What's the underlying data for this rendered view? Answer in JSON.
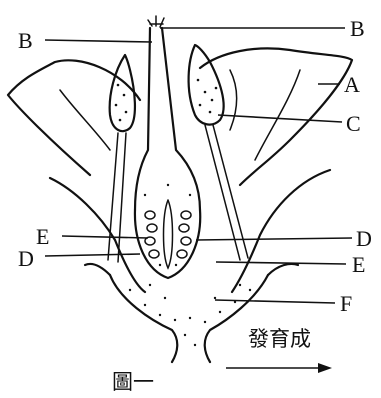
{
  "figure": {
    "caption": "圖一",
    "arrow_text": "發育成"
  },
  "labels": {
    "A": "A",
    "B_left": "B",
    "B_right": "B",
    "C": "C",
    "D_left": "D",
    "D_right": "D",
    "E_left": "E",
    "E_right": "E",
    "F": "F"
  }
}
